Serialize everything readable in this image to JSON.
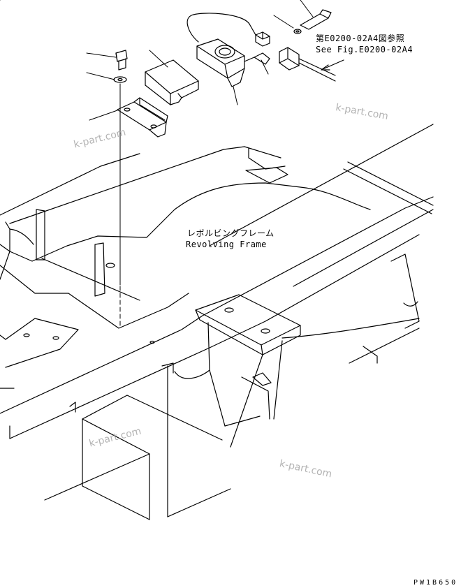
{
  "labels": {
    "ref_jp": "第E0200-02A4図参照",
    "ref_en": "See Fig.E0200-02A4",
    "frame_jp": "レボルビングフレーム",
    "frame_en": "Revolving Frame"
  },
  "watermark": "k-part.com",
  "drawing_code": "PW1B650"
}
